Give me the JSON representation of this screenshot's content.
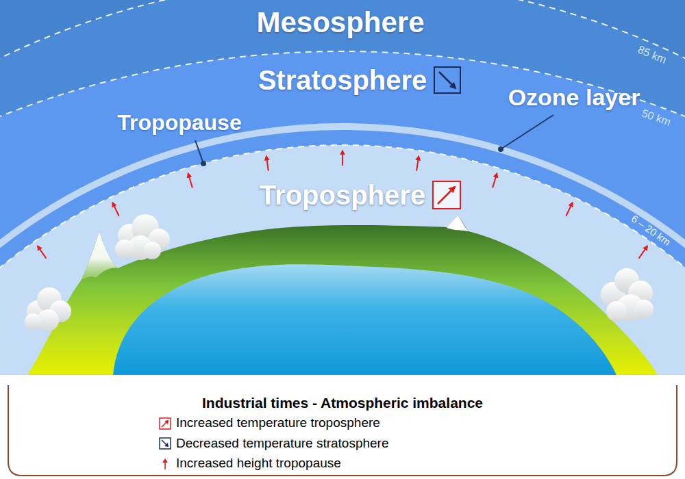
{
  "diagram": {
    "title": "Industrial times - Atmospheric imbalance",
    "labels": [
      "Mesosphere",
      "Stratosphere",
      "Ozone layer",
      "Tropopause",
      "Troposphere",
      "85 km",
      "50 km",
      "6 – 20 km"
    ],
    "legend": [
      {
        "text": "Increased temperature troposphere"
      },
      {
        "text": "Decreased temperature stratosphere"
      },
      {
        "text": "Increased height tropopause"
      }
    ]
  }
}
